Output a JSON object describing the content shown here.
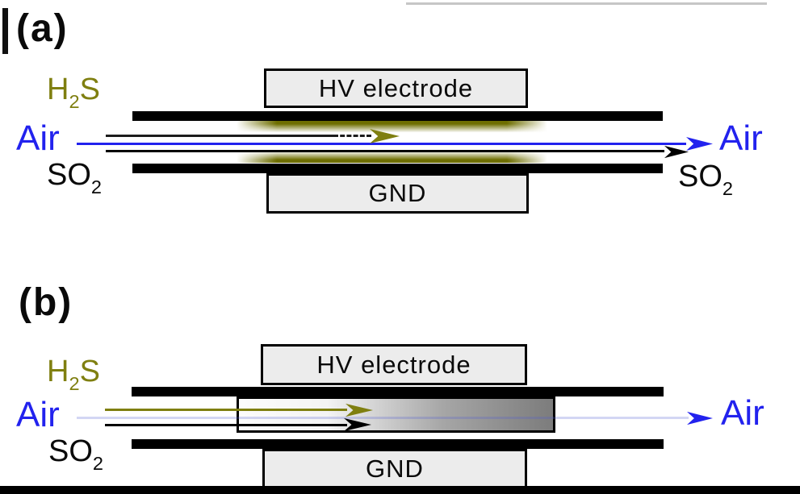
{
  "colors": {
    "h2s": "#7f7f10",
    "air": "#2222ee",
    "air_faint": "rgba(80,90,210,0.25)",
    "so2": "#000000",
    "glow": "#6e6e00",
    "electrode_fill": "#ececec"
  },
  "panel_a": {
    "label": "(a)",
    "hv_label": "HV electrode",
    "gnd_label": "GND",
    "inlet_h2s": {
      "pre": "H",
      "sub": "2",
      "post": "S"
    },
    "inlet_air": "Air",
    "inlet_so2": {
      "pre": "SO",
      "sub": "2",
      "post": ""
    },
    "outlet_air": "Air",
    "outlet_so2": {
      "pre": "SO",
      "sub": "2",
      "post": ""
    }
  },
  "panel_b": {
    "label": "(b)",
    "hv_label": "HV electrode",
    "gnd_label": "GND",
    "inlet_h2s": {
      "pre": "H",
      "sub": "2",
      "post": "S"
    },
    "inlet_air": "Air",
    "inlet_so2": {
      "pre": "SO",
      "sub": "2",
      "post": ""
    },
    "outlet_air": "Air"
  }
}
